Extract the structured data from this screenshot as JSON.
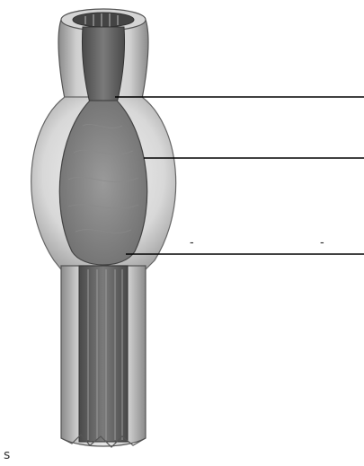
{
  "diagram": {
    "leader_lines": [
      {
        "id": "line-1",
        "label": ""
      },
      {
        "id": "line-2",
        "label": ""
      },
      {
        "id": "line-3",
        "label": ""
      }
    ],
    "marks": {
      "dash_left": "-",
      "dash_right": "-",
      "corner": "s"
    }
  }
}
